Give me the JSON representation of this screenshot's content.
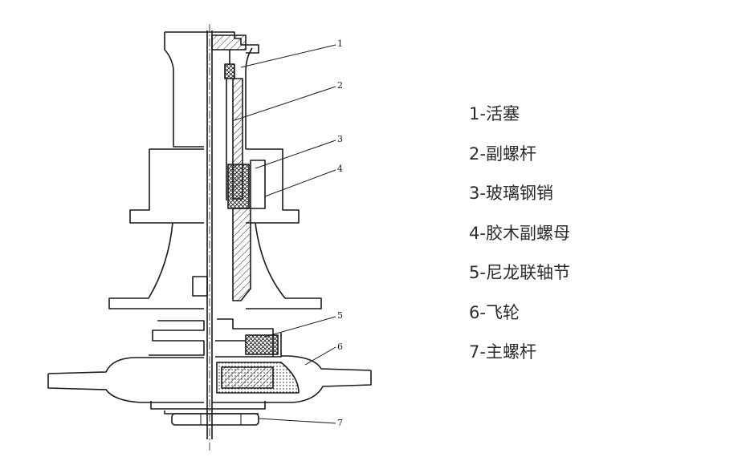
{
  "colors": {
    "ink": "#1a1a1a",
    "legend_text": "#2b2b2b",
    "background": "#ffffff"
  },
  "diagram": {
    "callout_numbers": [
      "1",
      "2",
      "3",
      "4",
      "5",
      "6",
      "7"
    ]
  },
  "legend": {
    "items": [
      "1-活塞",
      "2-副螺杆",
      "3-玻璃钢销",
      "4-胶木副螺母",
      "5-尼龙联轴节",
      "6-飞轮",
      "7-主螺杆"
    ]
  }
}
